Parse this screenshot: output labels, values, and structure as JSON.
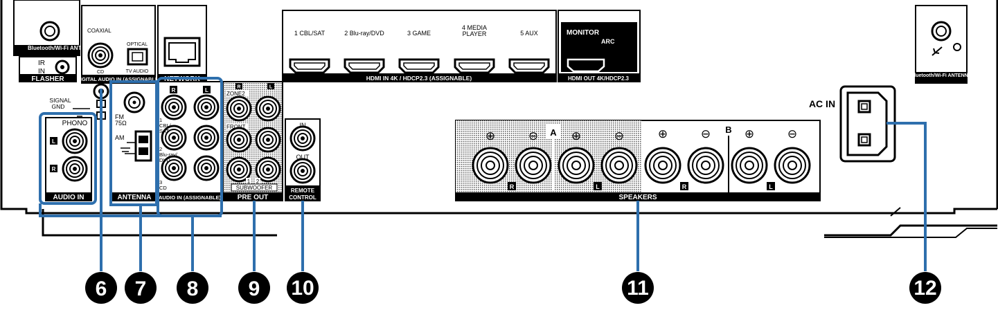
{
  "labels": {
    "bt_antenna_left": "Bluetooth/Wi-Fi ANTENNA",
    "ir": "IR",
    "in": "IN",
    "flasher": "FLASHER",
    "coaxial": "COAXIAL",
    "cd": "CD",
    "optical": "OPTICAL",
    "tv_audio": "TV AUDIO",
    "digital_audio_in": "DIGITAL AUDIO IN (ASSIGNABLE)",
    "network": "NETWORK",
    "hdmi_in_1": "1 CBL/SAT",
    "hdmi_in_2": "2 Blu-ray/DVD",
    "hdmi_in_3": "3 GAME",
    "hdmi_in_4_line1": "4 MEDIA",
    "hdmi_in_4_line2": "PLAYER",
    "hdmi_in_5": "5 AUX",
    "hdmi_in_bar": "HDMI IN 4K / HDCP2.3 (ASSIGNABLE)",
    "monitor": "MONITOR",
    "arc": "ARC",
    "hdmi_out_bar": "HDMI OUT 4K/HDCP2.3",
    "bt_antenna_right": "Bluetooth/Wi-Fi ANTENNA",
    "ac_in": "AC IN",
    "signal_gnd_1": "SIGNAL",
    "signal_gnd_2": "GND",
    "phono": "PHONO",
    "audio_in": "AUDIO IN",
    "fm_1": "FM",
    "fm_2": "75Ω",
    "am": "AM",
    "antenna": "ANTENNA",
    "r": "R",
    "l": "L",
    "cbl_sat_1": "1",
    "cbl_sat_2": "CBL/",
    "cbl_sat_3": "SAT",
    "bluray_1": "2",
    "bluray_2": "Blu-ray/",
    "bluray_3": "DVD",
    "cd_in_1": "3",
    "cd_in_2": "CD",
    "audio_in_assignable": "AUDIO IN (ASSIGNABLE)",
    "zone2": "ZONE2",
    "front": "FRONT",
    "sub_1": "1",
    "sub_2": "2",
    "subwoofer": "SUBWOOFER",
    "pre_out": "PRE OUT",
    "rc_in": "IN",
    "rc_out": "OUT",
    "remote_1": "REMOTE",
    "remote_2": "CONTROL",
    "speakers": "SPEAKERS",
    "a": "A",
    "b": "B",
    "plus": "⊕",
    "minus": "⊖"
  },
  "callouts": [
    "6",
    "7",
    "8",
    "9",
    "10",
    "11",
    "12"
  ],
  "colors": {
    "callout_line": "#2e6fad",
    "panel_outline": "#000000",
    "callout_badge": "#000000"
  }
}
